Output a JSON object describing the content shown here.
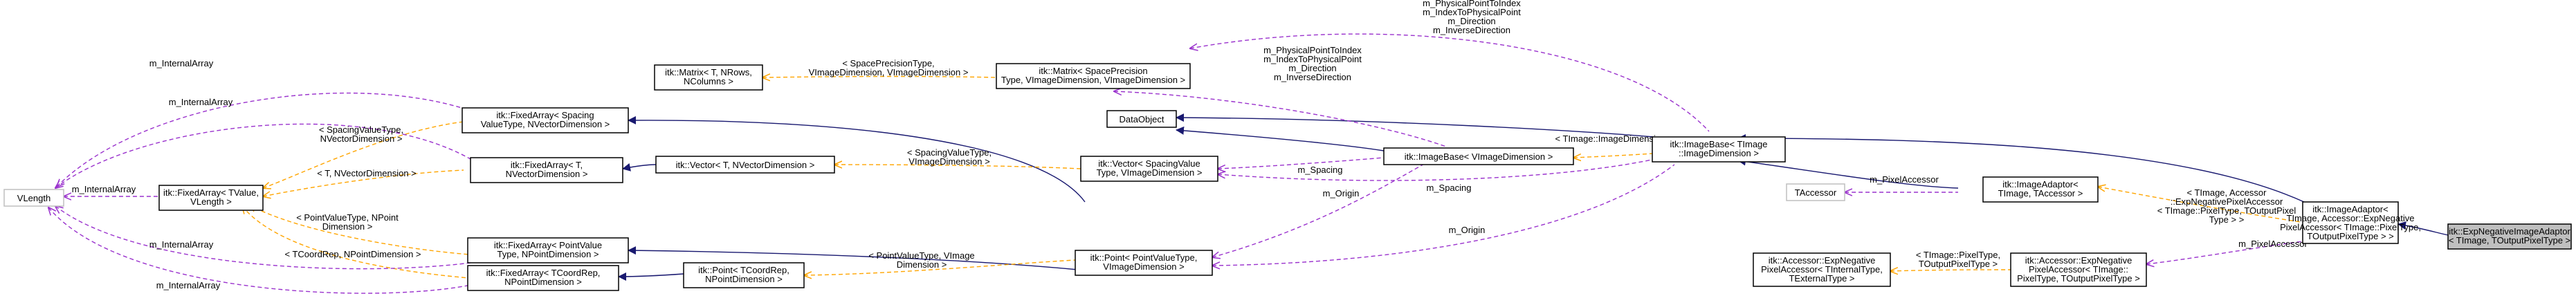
{
  "colors": {
    "inheritance": "#191970",
    "usage": "#9a32cd",
    "template": "#ffa500",
    "focus_fill": "#bfbfbf"
  },
  "nodes": {
    "vlength": [
      "VLength"
    ],
    "fixedarray_tvalue": [
      "itk::FixedArray< TValue,",
      "VLength >"
    ],
    "fixedarray_spacing": [
      "itk::FixedArray< Spacing",
      "ValueType, NVectorDimension >"
    ],
    "fixedarray_t": [
      "itk::FixedArray< T,",
      "NVectorDimension >"
    ],
    "fixedarray_pointvalue": [
      "itk::FixedArray< PointValue",
      "Type, NPointDimension >"
    ],
    "fixedarray_tcoordrep": [
      "itk::FixedArray< TCoordRep,",
      "NPointDimension >"
    ],
    "matrix_t": [
      "itk::Matrix< T, NRows,",
      "NColumns >"
    ],
    "vector_t": [
      "itk::Vector< T, NVectorDimension >"
    ],
    "point_t": [
      "itk::Point< TCoordRep,",
      "NPointDimension >"
    ],
    "matrix_spacing": [
      "itk::Matrix< SpacePrecision",
      "Type, VImageDimension, VImageDimension >"
    ],
    "dataobject": [
      "DataObject"
    ],
    "vector_spacing": [
      "itk::Vector< SpacingValue",
      "Type, VImageDimension >"
    ],
    "point_pointvalue": [
      "itk::Point< PointValueType,",
      "VImageDimension >"
    ],
    "imagebase_v": [
      "itk::ImageBase< VImageDimension >"
    ],
    "imagebase_timage": [
      "itk::ImageBase< TImage",
      "::ImageDimension >"
    ],
    "taccessor": [
      "TAccessor"
    ],
    "accessor_explicit": [
      "itk::Accessor::ExpNegative",
      "PixelAccessor< TInternalType,",
      "TExternalType >"
    ],
    "imageadaptor_t": [
      "itk::ImageAdaptor<",
      "TImage, TAccessor >"
    ],
    "accessor_timage": [
      "itk::Accessor::ExpNegative",
      "PixelAccessor< TImage::",
      "PixelType, TOutputPixelType >"
    ],
    "imageadaptor_exp": [
      "itk::ImageAdaptor<",
      "TImage, Accessor::ExpNegative",
      "PixelAccessor< TImage::PixelType,",
      "TOutputPixelType > >"
    ],
    "expnegative_filter": [
      "itk::ExpNegativeImageAdaptor",
      "< TImage, TOutputPixelType >"
    ]
  },
  "edge_labels": {
    "internal_array_1": [
      "m_InternalArray"
    ],
    "internal_array_2": [
      "m_InternalArray"
    ],
    "internal_array_3": [
      "m_InternalArray"
    ],
    "internal_array_4": [
      "m_InternalArray"
    ],
    "internal_array_5": [
      "m_InternalArray"
    ],
    "spacing_nvector": [
      "< SpacingValueType,",
      "NVectorDimension >"
    ],
    "t_nvector": [
      "< T, NVectorDimension >"
    ],
    "pointvalue_npoint": [
      "< PointValueType, NPoint",
      "Dimension >"
    ],
    "tcoordrep_npoint": [
      "< TCoordRep, NPointDimension >"
    ],
    "space_precision": [
      "< SpacePrecisionType,",
      "VImageDimension, VImageDimension >"
    ],
    "spacing_vimage": [
      "< SpacingValueType,",
      "VImageDimension >"
    ],
    "pointvalue_vimage": [
      "< PointValueType, VImage",
      "Dimension >"
    ],
    "m_spacing_1": [
      "m_Spacing"
    ],
    "m_spacing_2": [
      "m_Spacing"
    ],
    "m_origin_1": [
      "m_Origin"
    ],
    "m_origin_2": [
      "m_Origin"
    ],
    "physical_top": [
      "m_PhysicalPointToIndex",
      "m_IndexToPhysicalPoint",
      "m_Direction",
      "m_InverseDirection"
    ],
    "physical_mid": [
      "m_PhysicalPointToIndex",
      "m_IndexToPhysicalPoint",
      "m_Direction",
      "m_InverseDirection"
    ],
    "timage_dim": [
      "< TImage::ImageDimension >"
    ],
    "m_pixelaccessor_1": [
      "m_PixelAccessor"
    ],
    "m_pixelaccessor_2": [
      "m_PixelAccessor"
    ],
    "timage_pixeltype": [
      "< TImage::PixelType,",
      "TOutputPixelType >"
    ],
    "adaptor_args": [
      "< TImage, Accessor",
      "::ExpNegativePixelAccessor",
      "< TImage::PixelType, TOutputPixel",
      "Type > >"
    ]
  }
}
